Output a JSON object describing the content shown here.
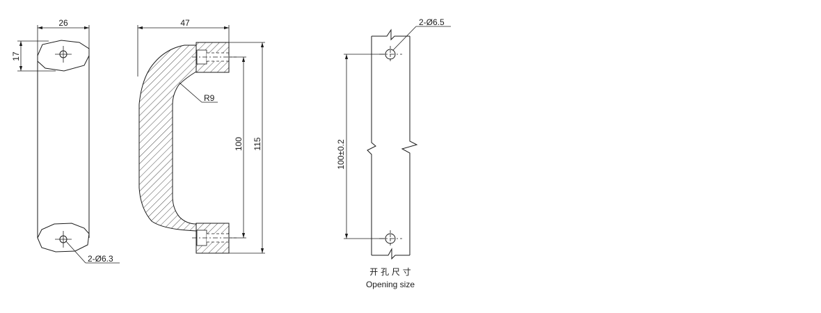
{
  "side_view": {
    "width_label": "26",
    "height_label": "17",
    "hole_label": "2-Ø6.3"
  },
  "front_view": {
    "width_label": "47",
    "radius_label": "R9",
    "inner_label": "100",
    "outer_label": "115"
  },
  "cutout_view": {
    "hole_label": "2-Ø6.5",
    "pitch_label": "100±0.2",
    "caption_cn": "开 孔 尺 寸",
    "caption_en": "Opening size"
  }
}
